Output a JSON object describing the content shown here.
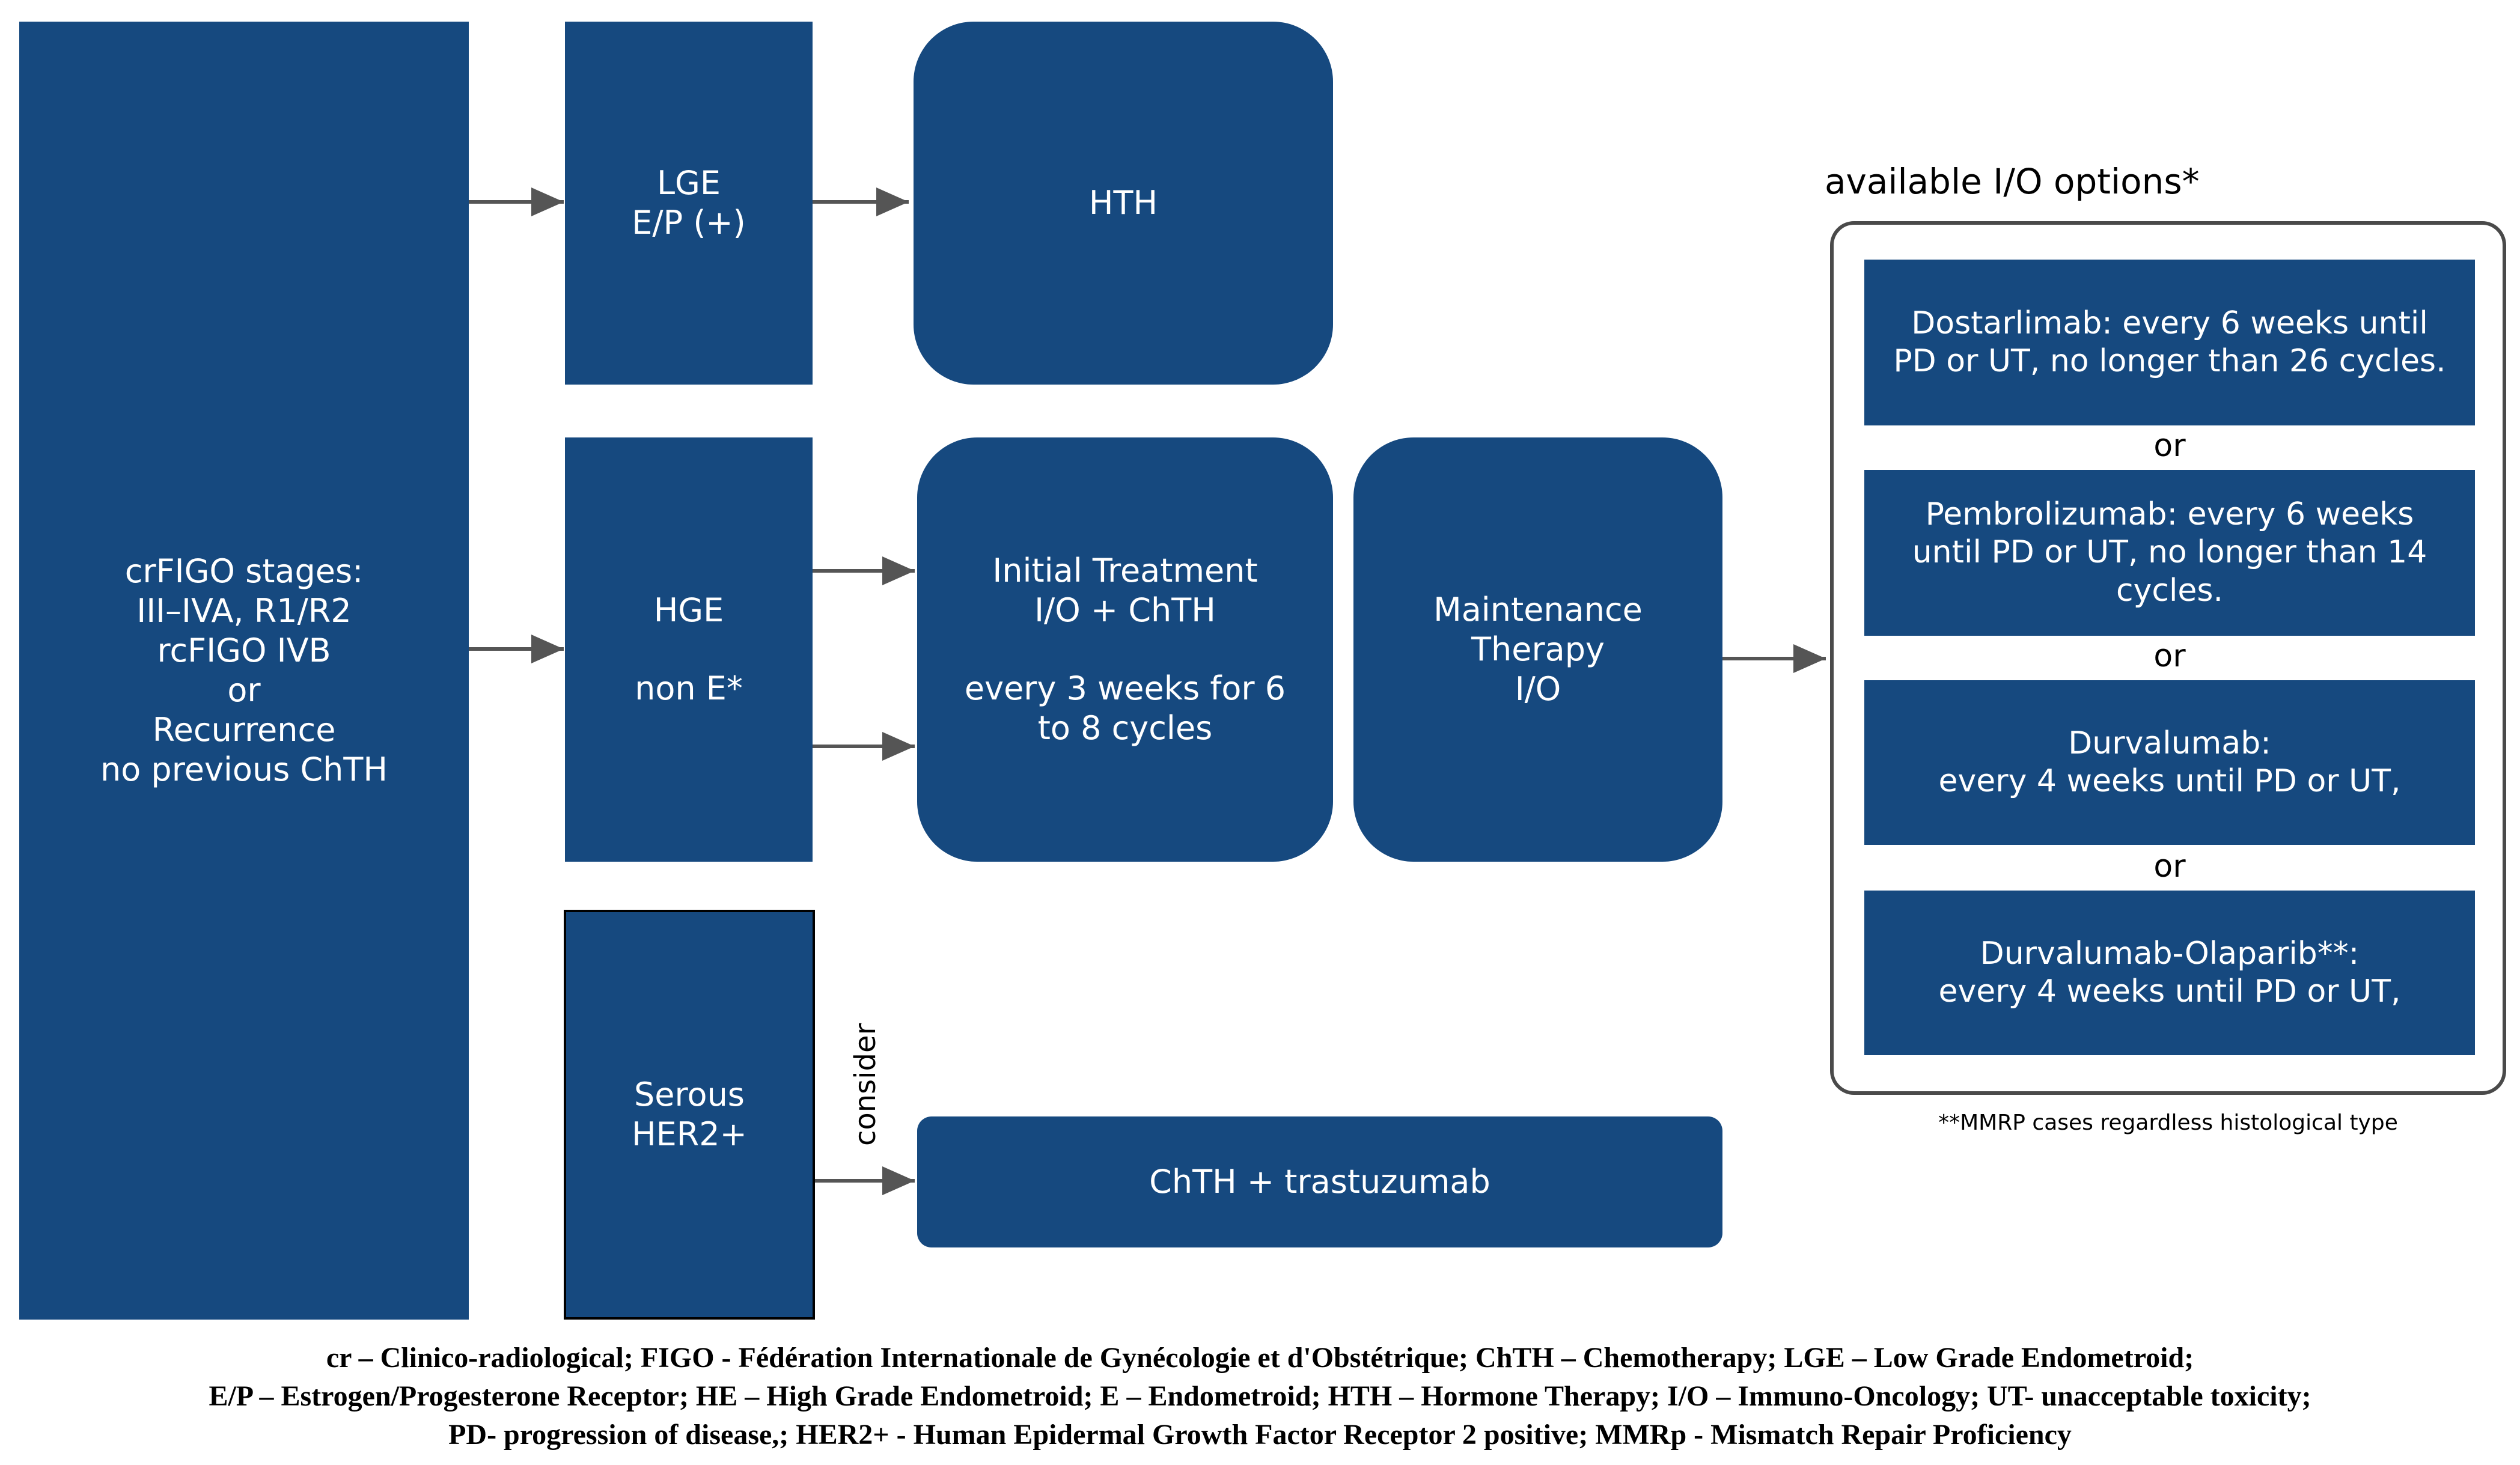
{
  "boxes": {
    "stages": [
      "crFIGO stages:",
      "III–IVA, R1/R2",
      "rcFIGO IVB",
      "or",
      "Recurrence",
      "no previous ChTH"
    ],
    "lge": [
      "LGE",
      "E/P (+)"
    ],
    "hth": [
      "HTH"
    ],
    "hge": [
      "HGE",
      "",
      "non E*"
    ],
    "serous": [
      "Serous",
      "HER2+"
    ],
    "initial": [
      "Initial Treatment",
      "I/O + ChTH",
      "",
      "every 3 weeks for 6",
      "to 8 cycles"
    ],
    "maintenance": [
      "Maintenance",
      "Therapy",
      "I/O"
    ],
    "trastuzumab": [
      "ChTH + trastuzumab"
    ]
  },
  "consider_label": "consider",
  "io_panel": {
    "title": "available I/O options*",
    "options": [
      [
        "Dostarlimab: every 6 weeks until",
        "PD or UT, no longer than 26 cycles."
      ],
      [
        "Pembrolizumab: every 6 weeks",
        "until PD or UT, no longer than 14",
        "cycles."
      ],
      [
        "Durvalumab:",
        "every 4 weeks until PD or UT,"
      ],
      [
        "Durvalumab-Olaparib**:",
        "every 4 weeks until PD or UT,"
      ]
    ],
    "separator": "or",
    "footnote": "**MMRP cases regardless histological type"
  },
  "legend": [
    "cr – Clinico-radiological; FIGO - Fédération Internationale de Gynécologie et d'Obstétrique; ChTH – Chemotherapy; LGE – Low Grade Endometroid;",
    "E/P – Estrogen/Progesterone Receptor; HE – High Grade Endometroid; E – Endometroid; HTH – Hormone Therapy; I/O – Immuno-Oncology; UT- unacceptable toxicity;",
    "PD- progression of disease,; HER2+ - Human Epidermal Growth Factor Receptor 2 positive; MMRp - Mismatch Repair Proficiency"
  ],
  "colors": {
    "box_fill": "#16497f",
    "arrow": "#555555",
    "panel_border": "#4a4a4a"
  }
}
